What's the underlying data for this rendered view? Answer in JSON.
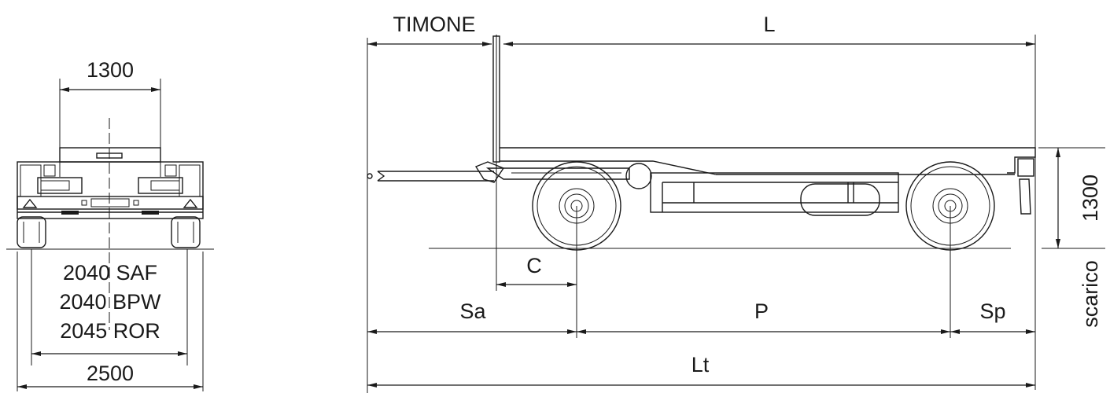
{
  "front_view": {
    "track_inner": "1300",
    "axle_line1": "2040 SAF",
    "axle_line2": "2040 BPW",
    "axle_line3": "2045 ROR",
    "overall_width": "2500"
  },
  "side_view": {
    "drawbar": "TIMONE",
    "body_length": "L",
    "c": "C",
    "front_overhang": "Sa",
    "wheelbase": "P",
    "rear_overhang": "Sp",
    "total_length": "Lt",
    "height_value": "1300",
    "height_prefix": "scarico"
  }
}
